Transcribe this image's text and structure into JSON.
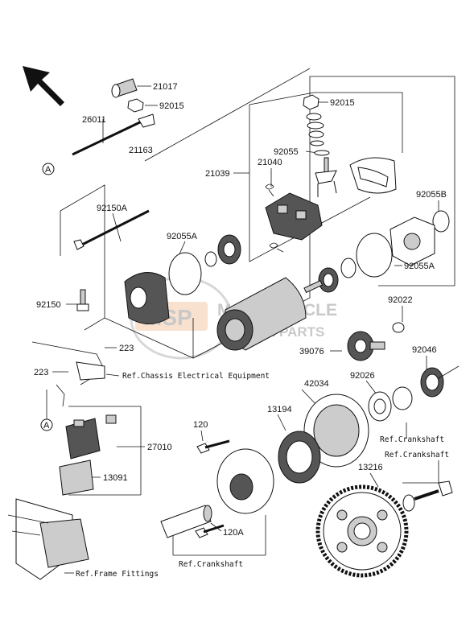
{
  "watermark": {
    "logo": "MSP",
    "line1": "MOTORCYCLE",
    "line2": "SPARE PARTS"
  },
  "parts": {
    "p21017": "21017",
    "p92015a": "92015",
    "p26011": "26011",
    "p92015b": "92015",
    "p21163": "21163",
    "p92055": "92055",
    "p21039": "21039",
    "p21040": "21040",
    "p92055B": "92055B",
    "p92150A": "92150A",
    "p92055A1": "92055A",
    "p92055A2": "92055A",
    "p92150": "92150",
    "p92022": "92022",
    "p223a": "223",
    "p223b": "223",
    "p39076": "39076",
    "p92046": "92046",
    "p42034": "42034",
    "p92026": "92026",
    "p13194": "13194",
    "p120": "120",
    "p27010": "27010",
    "p13216": "13216",
    "p13091": "13091",
    "p120A": "120A"
  },
  "callouts": {
    "circleA1": "A",
    "circleA2": "A"
  },
  "refs": {
    "chassis": "Ref.Chassis Electrical Equipment",
    "crank1": "Ref.Crankshaft",
    "crank2": "Ref.Crankshaft",
    "crank3": "Ref.Crankshaft",
    "frame": "Ref.Frame Fittings"
  }
}
